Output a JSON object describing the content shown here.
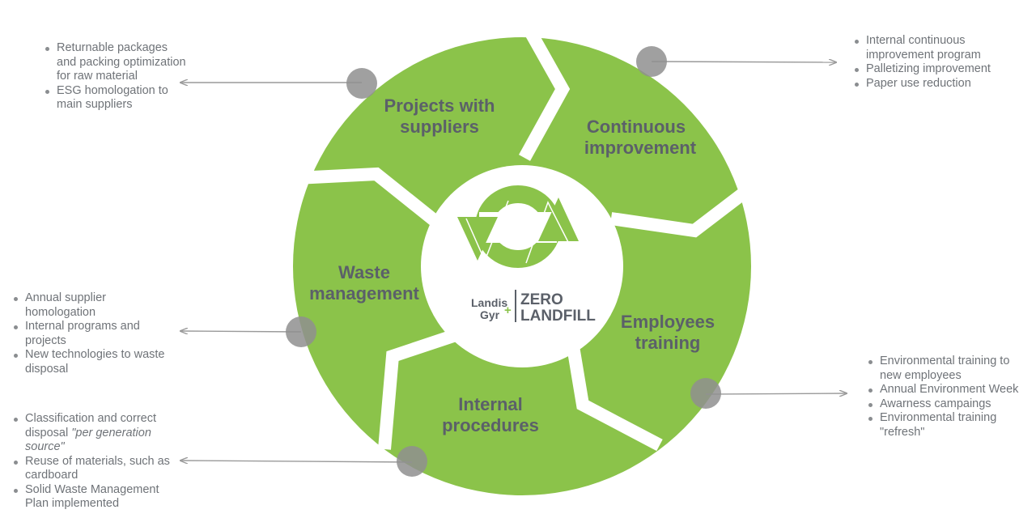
{
  "segments": [
    {
      "id": "projects",
      "line1": "Projects with",
      "line2": "suppliers"
    },
    {
      "id": "continuous",
      "line1": "Continuous",
      "line2": "improvement"
    },
    {
      "id": "training",
      "line1": "Employees",
      "line2": "training"
    },
    {
      "id": "procedures",
      "line1": "Internal",
      "line2": "procedures"
    },
    {
      "id": "waste",
      "line1": "Waste",
      "line2": "management"
    }
  ],
  "logo": {
    "brand_line1": "Landis",
    "brand_line2": "Gyr",
    "brand_plus": "+",
    "tagline1": "ZERO",
    "tagline2": "LANDFILL"
  },
  "notes": {
    "top_left": [
      "Returnable packages and packing optimization for raw material",
      "ESG homologation to main suppliers"
    ],
    "top_right": [
      "Internal continuous improvement program",
      "Palletizing improvement",
      "Paper use reduction"
    ],
    "middle_left": [
      "Annual supplier homologation",
      "Internal programs and projects",
      "New technologies to waste disposal"
    ],
    "bottom_left": {
      "item1_text": "Classification and correct disposal ",
      "item1_emphasis": "\"per generation source\"",
      "item2": "Reuse of materials, such as cardboard",
      "item3": "Solid Waste Management Plan  implemented"
    },
    "bottom_right": [
      "Environmental training to new employees",
      "Annual Environment Week",
      "Awarness campaings",
      "Environmental training \"refresh\""
    ]
  },
  "colors": {
    "segment_green": "#8bc34a",
    "marker_gray": "#8f8f8f",
    "connector_gray": "#9a9a9a",
    "text_gray": "#6f7378",
    "label_gray": "#5b6069"
  }
}
